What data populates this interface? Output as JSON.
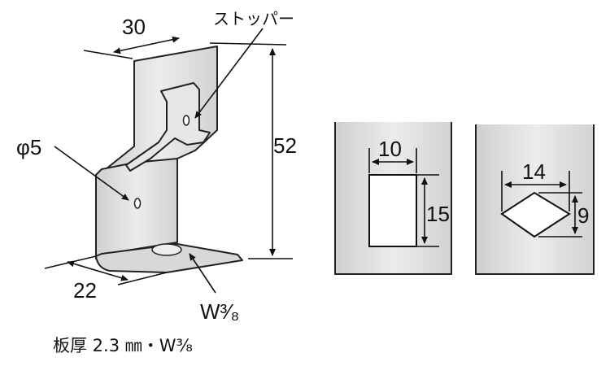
{
  "bracket": {
    "width_dim": "30",
    "height_dim": "52",
    "depth_dim": "22",
    "hole_label": "φ5",
    "stopper_label": "ストッパー",
    "bolt_label": "W³⁄₈"
  },
  "caption": "板厚 2.3 ㎜・W³⁄₈",
  "rect_hole": {
    "width_dim": "10",
    "height_dim": "15"
  },
  "diamond_hole": {
    "width_dim": "14",
    "height_dim": "9"
  },
  "colors": {
    "metal": "#d9d9d9",
    "line": "#111111"
  }
}
